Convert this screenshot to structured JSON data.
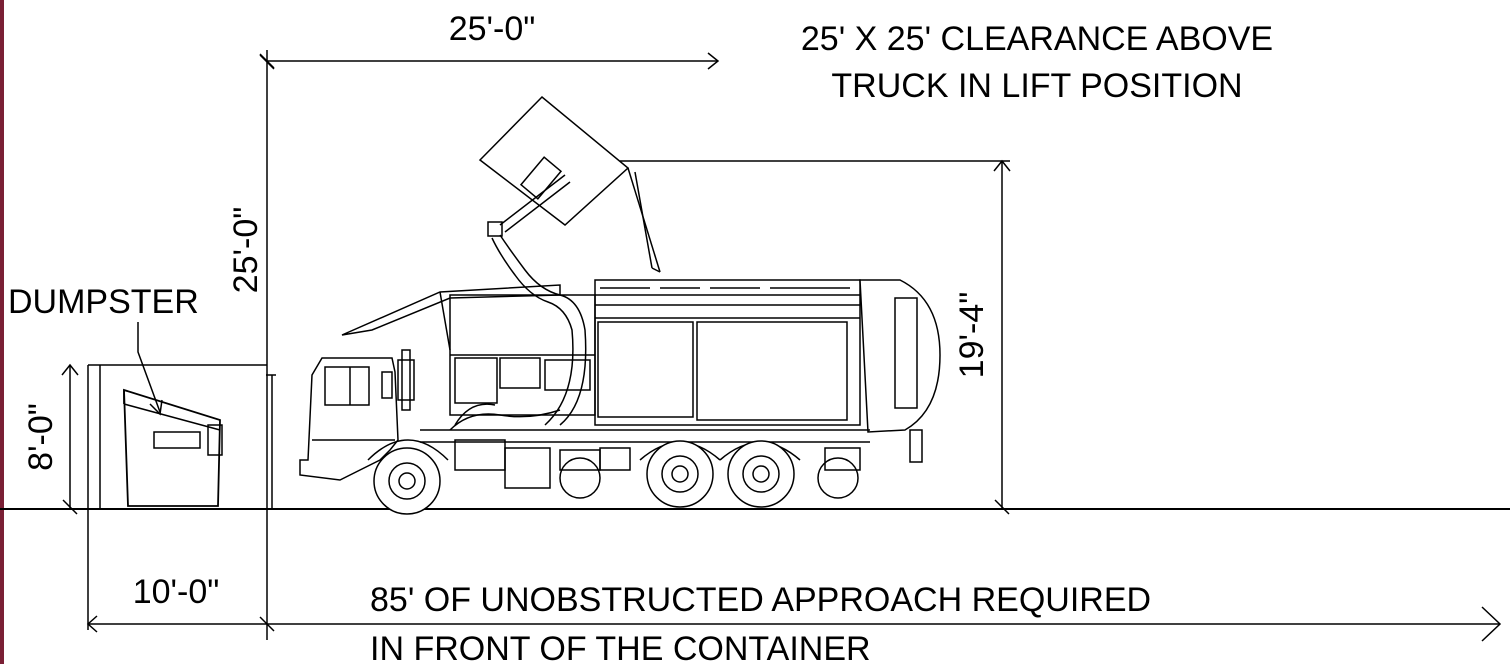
{
  "colors": {
    "line": "#000000",
    "background": "#ffffff",
    "left_edge": "#7a1f35"
  },
  "diagram": {
    "labels": {
      "clearance_width": "25'-0\"",
      "clearance_height": "25'-0\"",
      "clearance_note_line1": "25' X 25' CLEARANCE ABOVE",
      "clearance_note_line2": "TRUCK IN LIFT POSITION",
      "dumpster": "DUMPSTER",
      "dumpster_height": "8'-0\"",
      "truck_height": "19'-4\"",
      "dumpster_depth": "10'-0\"",
      "approach_line1": "85' OF UNOBSTRUCTED APPROACH REQUIRED",
      "approach_line2": "IN FRONT OF THE CONTAINER"
    }
  }
}
